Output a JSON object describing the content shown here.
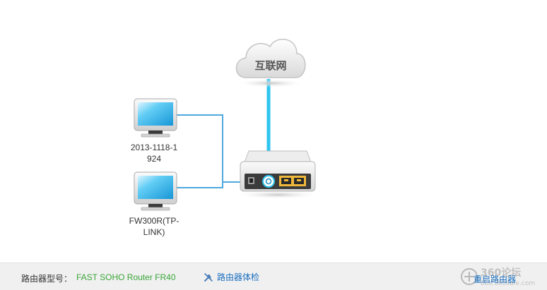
{
  "topology": {
    "cloud_label": "互联网",
    "devices": [
      {
        "name": "2013-1118-1924",
        "line1": "2013-1118-1",
        "line2": "924"
      },
      {
        "name": "FW300R(TP-LINK)",
        "line1": "FW300R(TP-",
        "line2": "LINK)"
      }
    ],
    "link_color": "#4fa8de",
    "wan_link_color": "#2ec4f0"
  },
  "footer": {
    "model_label": "路由器型号：",
    "model_value": "FAST SOHO Router FR40",
    "model_value_color": "#3aa63a",
    "checkup_label": "路由器体检",
    "restart_label": "重启路由器",
    "link_color": "#1a6fc0"
  },
  "icons": {
    "checkup": "wrench-icon",
    "restart": "power-icon"
  }
}
